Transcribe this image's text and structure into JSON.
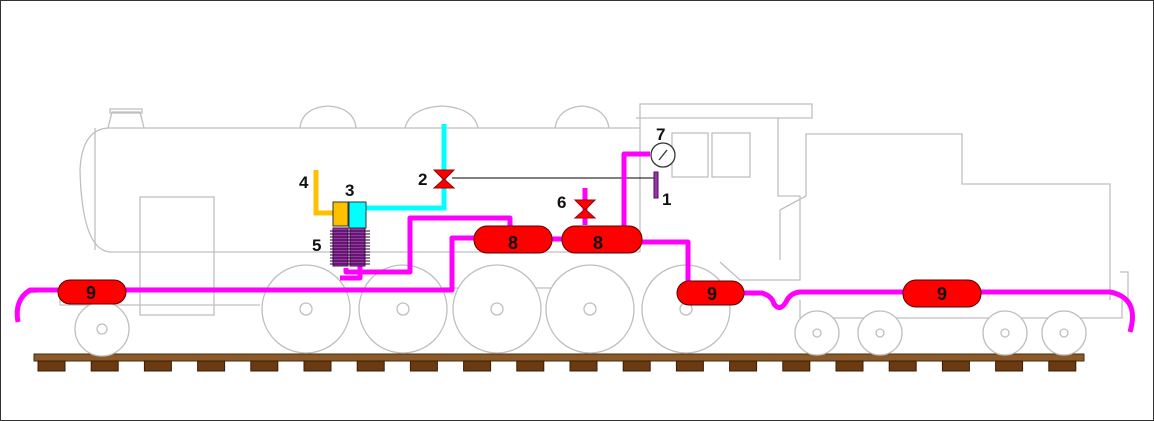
{
  "diagram": {
    "labels": {
      "valve_cab": "1",
      "valve_main": "2",
      "compressor": "3",
      "steam_supply": "4",
      "cooler": "5",
      "valve_reservoir": "6",
      "gauge": "7",
      "main_reservoir": "8",
      "brake_cylinder": "9"
    },
    "colors": {
      "train_outline": "#bfbfbf",
      "air_pipe": "#ff00ff",
      "steam_pipe": "#00ffff",
      "exhaust_pipe": "#ffc000",
      "reservoir_fill": "#ff0000",
      "valve_fill": "#ff0000",
      "cooler_fill": "#9933aa",
      "sleeper_fill": "#6b3a10",
      "rail_fill": "#8b5a2b"
    }
  }
}
